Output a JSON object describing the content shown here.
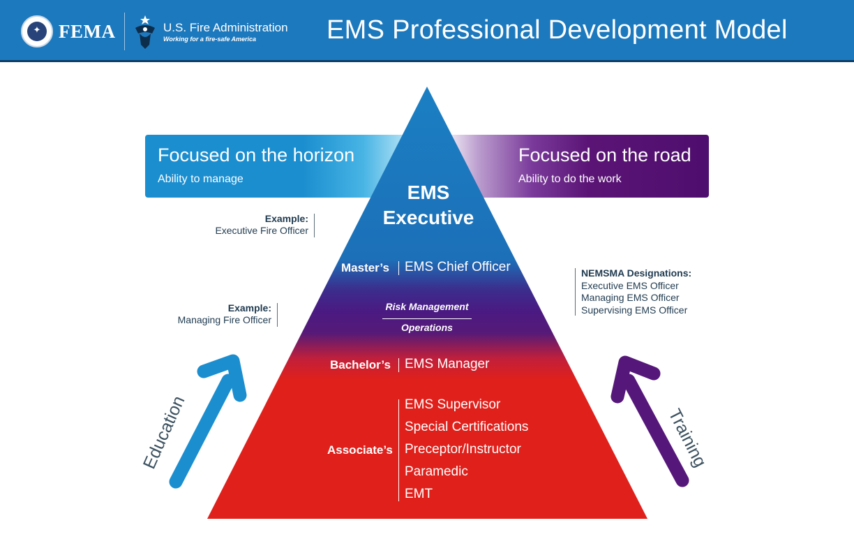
{
  "header": {
    "fema_label": "FEMA",
    "agency_name": "U.S. Fire Administration",
    "agency_tagline": "Working for a fire-safe America",
    "title": "EMS Professional Development Model",
    "background_color": "#1d79bd"
  },
  "banners": {
    "left": {
      "title": "Focused on the horizon",
      "subtitle": "Ability to manage"
    },
    "right": {
      "title": "Focused on the road",
      "subtitle": "Ability to do the work"
    }
  },
  "pyramid": {
    "apex_title": [
      "EMS",
      "Executive"
    ],
    "masters": {
      "degree": "Master’s",
      "role": "EMS Chief Officer"
    },
    "divider": {
      "top": "Risk Management",
      "bottom": "Operations"
    },
    "bachelors": {
      "degree": "Bachelor’s",
      "role": "EMS Manager"
    },
    "associates": {
      "degree": "Associate’s",
      "roles": [
        "EMS Supervisor",
        "Special Certifications",
        "Preceptor/Instructor",
        "Paramedic",
        "EMT"
      ]
    },
    "colors": {
      "top": "#1b7fc3",
      "middle": "#4b1a84",
      "bottom": "#e0201b"
    }
  },
  "examples": {
    "executive": {
      "label": "Example:",
      "value": "Executive Fire Officer"
    },
    "managing": {
      "label": "Example:",
      "value": "Managing Fire Officer"
    }
  },
  "nemsma": {
    "label": "NEMSMA Designations:",
    "items": [
      "Executive EMS Officer",
      "Managing EMS Officer",
      "Supervising EMS Officer"
    ]
  },
  "arrows": {
    "left": {
      "label": "Education",
      "color": "#1b8ecf",
      "icon": "arrow-up-right-icon"
    },
    "right": {
      "label": "Training",
      "color": "#56177a",
      "icon": "arrow-up-left-icon"
    }
  }
}
